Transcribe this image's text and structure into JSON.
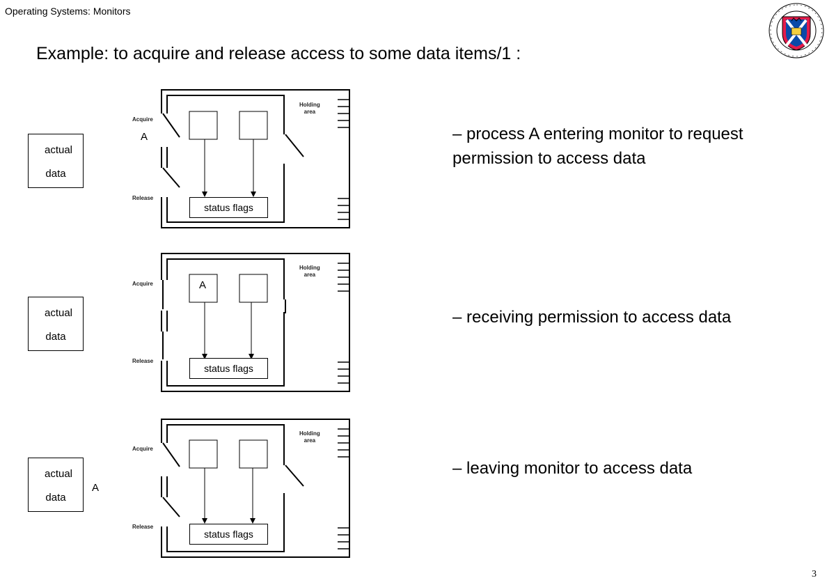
{
  "header": {
    "course_title": "Operating Systems: Monitors"
  },
  "slide": {
    "title": "Example: to acquire and release access to some data items/1 :",
    "page_number": "3"
  },
  "logo": {
    "name": "university-of-edinburgh-crest",
    "ring_text": "THE UNIVERSITY OF EDINBURGH",
    "colors": {
      "ring": "#e31b4a",
      "shield": "#0a4aa8",
      "saltire": "#ffffff"
    }
  },
  "diagram": {
    "labels": {
      "actual_line1": "actual",
      "actual_line2": "data",
      "acquire": "Acquire",
      "release": "Release",
      "holding_line1": "Holding",
      "holding_line2": "area",
      "status_flags": "status flags",
      "process": "A"
    },
    "steps": [
      {
        "description": "– process A entering monitor to request permission to access data",
        "process_position": "acquire-entrance"
      },
      {
        "description": "– receiving permission to access data",
        "process_position": "first-slot"
      },
      {
        "description": "– leaving monitor to access data",
        "process_position": "at-actual-data"
      }
    ]
  }
}
